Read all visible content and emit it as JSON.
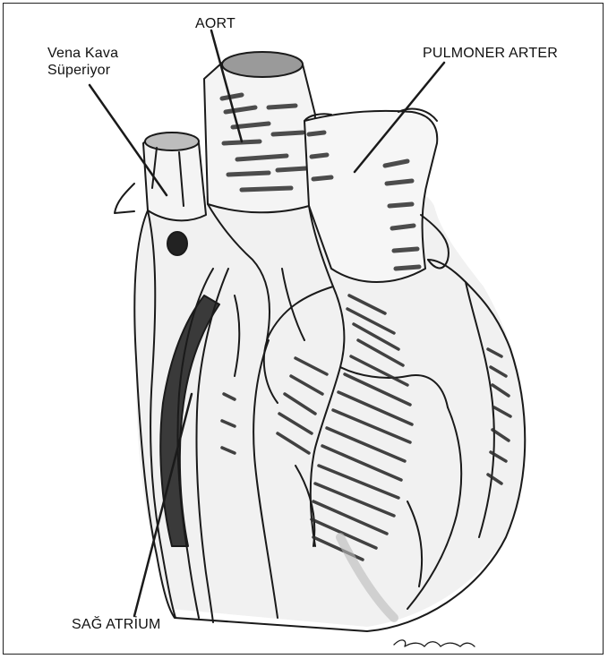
{
  "labels": {
    "vena_kava_line1": "Vena Kava",
    "vena_kava_line2": "Süperiyor",
    "aort": "AORT",
    "pulmoner_arter": "PULMONER ARTER",
    "sag_atrium": "SAĞ ATRİUM"
  },
  "colors": {
    "ink": "#1a1a1a",
    "shading": "#3a3a3a",
    "light_shade": "#cfcfcf",
    "paper": "#ffffff"
  }
}
